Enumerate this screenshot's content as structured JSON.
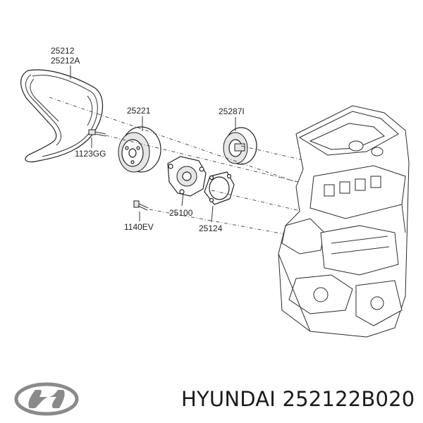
{
  "parts": {
    "belt_label_1": "25212",
    "belt_label_2": "25212A",
    "pulley_label": "25221",
    "bolt_label": "1123GG",
    "idler_label": "25287I",
    "pump_label": "25100",
    "bolt2_label": "1140EV",
    "gasket_label": "25124"
  },
  "brand": {
    "name": "HYUNDAI",
    "part_number": "252122B020",
    "logo_icon": "hyundai-logo-icon"
  }
}
